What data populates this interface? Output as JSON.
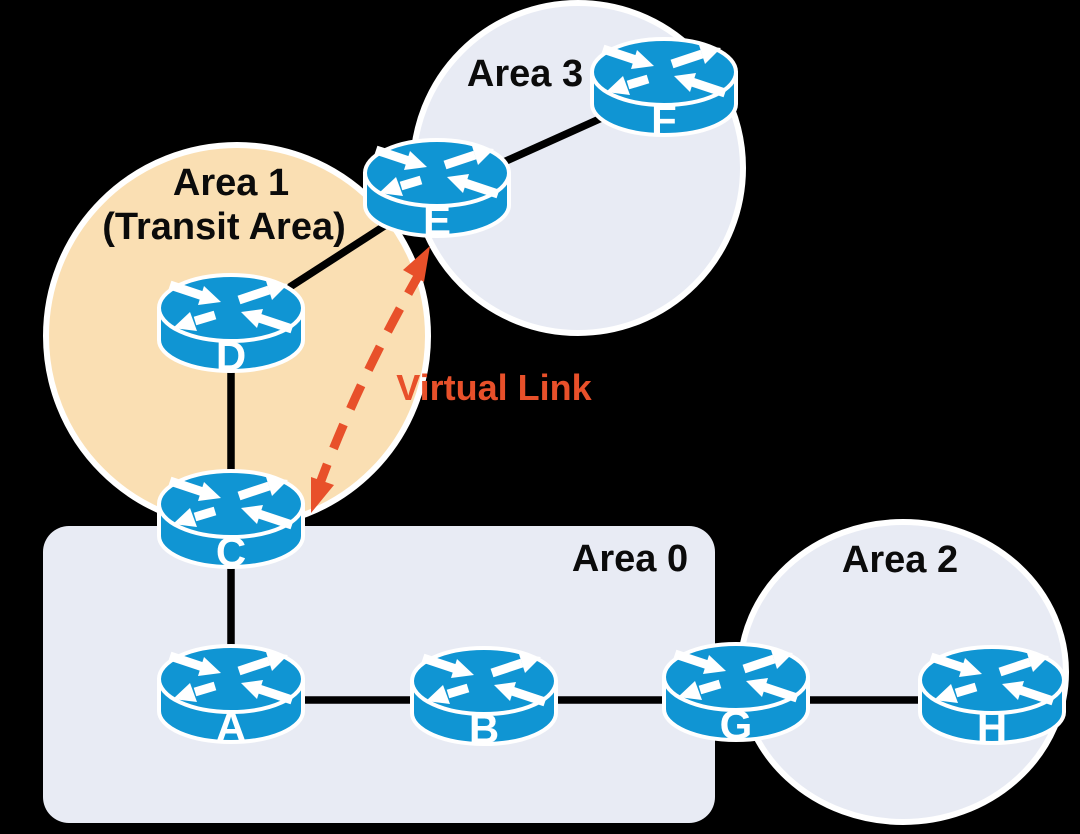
{
  "colors": {
    "background": "#000000",
    "router_blue": "#1095d3",
    "link_black": "#000000",
    "virtual_link": "#e8502a",
    "label_black": "#0b0b0b",
    "area_border": "#ffffff"
  },
  "areas": {
    "area1": {
      "label": "Area 1",
      "sublabel": "(Transit Area)",
      "fill": "#fadfb3"
    },
    "area3": {
      "label": "Area 3",
      "fill": "#e8ebf4"
    },
    "area0": {
      "label": "Area 0",
      "fill": "#e8ebf4"
    },
    "area2": {
      "label": "Area 2",
      "fill": "#e8ebf4"
    }
  },
  "routers": {
    "a": {
      "label": "A"
    },
    "b": {
      "label": "B"
    },
    "c": {
      "label": "C"
    },
    "d": {
      "label": "D"
    },
    "e": {
      "label": "E"
    },
    "f": {
      "label": "F"
    },
    "g": {
      "label": "G"
    },
    "h": {
      "label": "H"
    }
  },
  "links": [
    {
      "from": "E",
      "to": "F"
    },
    {
      "from": "D",
      "to": "E"
    },
    {
      "from": "D",
      "to": "C"
    },
    {
      "from": "C",
      "to": "A"
    },
    {
      "from": "A",
      "to": "B"
    },
    {
      "from": "B",
      "to": "G"
    },
    {
      "from": "G",
      "to": "H"
    }
  ],
  "virtual_link": {
    "label": "Virtual Link",
    "from": "E",
    "to": "C",
    "style": "dashed"
  }
}
